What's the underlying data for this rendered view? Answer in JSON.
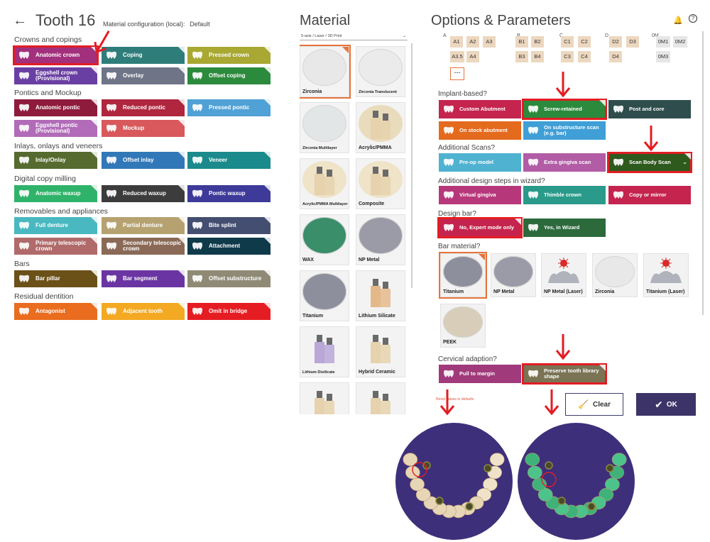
{
  "left": {
    "back_icon": "arrow-left-icon",
    "title": "Tooth 16",
    "config_label": "Material configuration (local):",
    "config_value": "Default",
    "sections": [
      {
        "label": "Crowns and copings",
        "tiles": [
          {
            "label": "Anatomic crown",
            "color": "#a3307d",
            "icon": "crown-icon",
            "selected": true
          },
          {
            "label": "Coping",
            "color": "#2f7d7a",
            "icon": "coping-icon"
          },
          {
            "label": "Pressed crown",
            "color": "#a8a832",
            "icon": "pressed-crown-icon"
          },
          {
            "label": "Eggshell crown (Provisional)",
            "color": "#6a3fa3",
            "icon": "eggshell-crown-icon"
          },
          {
            "label": "Overlay",
            "color": "#6f7487",
            "icon": "overlay-icon"
          },
          {
            "label": "Offset coping",
            "color": "#2c8a3c",
            "icon": "offset-coping-icon"
          }
        ]
      },
      {
        "label": "Pontics and Mockup",
        "tiles": [
          {
            "label": "Anatomic pontic",
            "color": "#8e1a3c",
            "icon": "pontic-icon"
          },
          {
            "label": "Reduced pontic",
            "color": "#b0263f",
            "icon": "reduced-pontic-icon"
          },
          {
            "label": "Pressed pontic",
            "color": "#4fa1d6",
            "icon": "pressed-pontic-icon"
          },
          {
            "label": "Eggshell pontic (Provisional)",
            "color": "#b16bb8",
            "icon": "eggshell-pontic-icon"
          },
          {
            "label": "Mockup",
            "color": "#d8585b",
            "icon": "mockup-icon"
          }
        ]
      },
      {
        "label": "Inlays, onlays and veneers",
        "tiles": [
          {
            "label": "Inlay/Onlay",
            "color": "#556b2f",
            "icon": "inlay-icon"
          },
          {
            "label": "Offset inlay",
            "color": "#3178b8",
            "icon": "offset-inlay-icon"
          },
          {
            "label": "Veneer",
            "color": "#1b8a8c",
            "icon": "veneer-icon"
          }
        ]
      },
      {
        "label": "Digital copy milling",
        "tiles": [
          {
            "label": "Anatomic waxup",
            "color": "#2fb36a",
            "icon": "waxup-icon"
          },
          {
            "label": "Reduced waxup",
            "color": "#3c3c3c",
            "icon": "reduced-waxup-icon"
          },
          {
            "label": "Pontic waxup",
            "color": "#3d3a99",
            "icon": "pontic-waxup-icon"
          }
        ]
      },
      {
        "label": "Removables and appliances",
        "tiles": [
          {
            "label": "Full denture",
            "color": "#49b8c0",
            "icon": "full-denture-icon"
          },
          {
            "label": "Partial denture",
            "color": "#b6a271",
            "icon": "partial-denture-icon"
          },
          {
            "label": "Bite splint",
            "color": "#444e70",
            "icon": "bite-splint-icon"
          },
          {
            "label": "Primary telescopic crown",
            "color": "#b06a6a",
            "icon": "primary-telescope-icon"
          },
          {
            "label": "Secondary telescopic crown",
            "color": "#8a6a56",
            "icon": "secondary-telescope-icon"
          },
          {
            "label": "Attachment",
            "color": "#0f3a4a",
            "icon": "attachment-icon"
          }
        ]
      },
      {
        "label": "Bars",
        "tiles": [
          {
            "label": "Bar pillar",
            "color": "#6b5018",
            "icon": "bar-pillar-icon"
          },
          {
            "label": "Bar segment",
            "color": "#6a35a3",
            "icon": "bar-segment-icon"
          },
          {
            "label": "Offset substructure",
            "color": "#8f8a76",
            "icon": "offset-substructure-icon"
          }
        ]
      },
      {
        "label": "Residual dentition",
        "tiles": [
          {
            "label": "Antagonist",
            "color": "#ea6c1e",
            "icon": "antagonist-icon"
          },
          {
            "label": "Adjacent tooth",
            "color": "#f3a922",
            "icon": "adjacent-tooth-icon"
          },
          {
            "label": "Omit in bridge",
            "color": "#e51d23",
            "icon": "omit-icon"
          }
        ]
      }
    ]
  },
  "material": {
    "title": "Material",
    "selector": "5-axis / Laser / 3D Print",
    "cards": [
      {
        "label": "Zirconia",
        "disc": "#e8e8e8",
        "selected": true,
        "icon": "zirconia-disc-icon"
      },
      {
        "label": "Zirconia Translucent",
        "disc": "#ebebeb",
        "icon": "zirconia-translucent-disc-icon"
      },
      {
        "label": "Zirconia Multilayer",
        "disc": "#e3e6e6",
        "icon": "zirconia-multilayer-disc-icon"
      },
      {
        "label": "Acrylic/PMMA",
        "disc": "#e9dcbc",
        "icon": "pmma-disc-icon"
      },
      {
        "label": "Acrylic/PMMA Multilayer",
        "disc": "#efe3c8",
        "icon": "pmma-multilayer-icon"
      },
      {
        "label": "Composite",
        "disc": "#efe3c8",
        "icon": "composite-icon"
      },
      {
        "label": "WAX",
        "disc": "#3a8e6a",
        "icon": "wax-disc-icon"
      },
      {
        "label": "NP Metal",
        "disc": "#9a9ba6",
        "icon": "np-metal-disc-icon"
      },
      {
        "label": "Titanium",
        "disc": "#8d8f9c",
        "icon": "titanium-disc-icon"
      },
      {
        "label": "Lithium Silicate",
        "disc": "#f2f2f2",
        "icon": "lithium-silicate-icon"
      },
      {
        "label": "Lithium Disilicate",
        "disc": "#f2f2f2",
        "icon": "lithium-disilicate-icon"
      },
      {
        "label": "Hybrid Ceramic",
        "disc": "#f2f2f2",
        "icon": "hybrid-ceramic-icon"
      },
      {
        "label": "",
        "disc": "#f2f2f2",
        "icon": "block-icon"
      },
      {
        "label": "",
        "disc": "#f2f2f2",
        "icon": "block-icon"
      }
    ]
  },
  "options": {
    "title": "Options & Parameters",
    "bell_icon": "bell-icon",
    "help_icon": "help-icon",
    "shade_groups": [
      {
        "label": "A",
        "shades": [
          "A1",
          "A2",
          "A3",
          "A3.5",
          "A4"
        ]
      },
      {
        "label": "B",
        "shades": [
          "B1",
          "B2",
          "B3",
          "B4"
        ]
      },
      {
        "label": "C",
        "shades": [
          "C1",
          "C2",
          "C3",
          "C4"
        ]
      },
      {
        "label": "D",
        "shades": [
          "D2",
          "D3",
          "D4"
        ]
      },
      {
        "label": "0M",
        "shades": [
          "0M1",
          "0M2",
          "0M3"
        ]
      }
    ],
    "shade_more": "---",
    "implant_label": "Implant-based?",
    "implant": [
      {
        "label": "Custom Abutment",
        "color": "#c4244e",
        "icon": "custom-abutment-icon"
      },
      {
        "label": "Screw-retained",
        "color": "#2c8a3c",
        "icon": "screw-retained-icon",
        "selected": true
      },
      {
        "label": "Post and core",
        "color": "#2e4d4c",
        "icon": "post-core-icon"
      },
      {
        "label": "On stock abutment",
        "color": "#e46a1d",
        "icon": "stock-abutment-icon"
      },
      {
        "label": "On substructure scan (e.g. bar)",
        "color": "#3f9fd6",
        "icon": "substructure-scan-icon"
      }
    ],
    "scans_label": "Additional Scans?",
    "scans": [
      {
        "label": "Pre-op model",
        "color": "#4fb2d1",
        "icon": "preop-model-icon"
      },
      {
        "label": "Extra gingiva scan",
        "color": "#b25ca6",
        "icon": "gingiva-scan-icon"
      },
      {
        "label": "Scan Body Scan",
        "color": "#2f5a1e",
        "icon": "scan-body-icon",
        "selected": true
      }
    ],
    "steps_label": "Additional design steps in wizard?",
    "steps": [
      {
        "label": "Virtual gingiva",
        "color": "#b7387a",
        "icon": "virtual-gingiva-icon"
      },
      {
        "label": "Thimble crown",
        "color": "#2a9a8a",
        "icon": "thimble-crown-icon"
      },
      {
        "label": "Copy or mirror",
        "color": "#c4244e",
        "icon": "copy-mirror-icon"
      }
    ],
    "designbar_label": "Design bar?",
    "designbar": [
      {
        "label": "No, Expert mode only",
        "color": "#c4244e",
        "icon": "no-design-bar-icon",
        "selected": true
      },
      {
        "label": "Yes, in Wizard",
        "color": "#2c6a3c",
        "icon": "yes-design-bar-icon"
      }
    ],
    "barmat_label": "Bar material?",
    "barmat": [
      {
        "label": "Titanium",
        "disc": "#8d8f9c",
        "selected": true
      },
      {
        "label": "NP Metal",
        "disc": "#9a9ba6"
      },
      {
        "label": "NP Metal (Laser)",
        "disc": "#f2f2f2"
      },
      {
        "label": "Zirconia",
        "disc": "#e8e8e8"
      },
      {
        "label": "Titanium (Laser)",
        "disc": "#f2f2f2"
      },
      {
        "label": "PEEK",
        "disc": "#d8cdb8"
      }
    ],
    "cervical_label": "Cervical adaption?",
    "cervical": [
      {
        "label": "Pull to margin",
        "color": "#a03a7a",
        "icon": "pull-margin-icon"
      },
      {
        "label": "Preserve tooth library shape",
        "color": "#7a7354",
        "icon": "preserve-shape-icon",
        "selected": true
      }
    ],
    "reset_text": "Reset values to defaults",
    "clear_label": "Clear",
    "clear_icon": "broom-icon",
    "ok_label": "OK",
    "ok_icon": "check-icon"
  },
  "colors": {
    "annotation_red": "#e21d23",
    "selection_orange": "#e8733b",
    "preview_bg": "#3e2f7b",
    "ok_bg": "#3c3468"
  }
}
